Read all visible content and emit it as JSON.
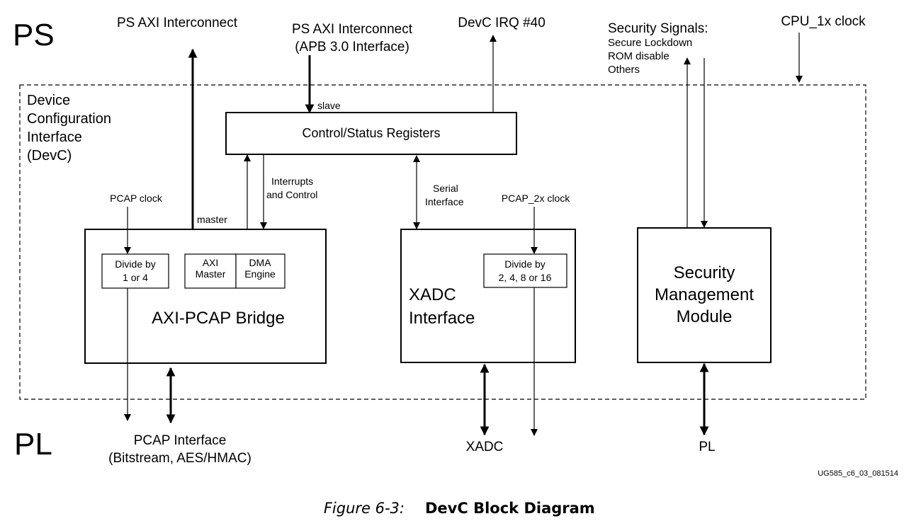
{
  "region_labels": {
    "ps": "PS",
    "pl": "PL"
  },
  "top_labels": {
    "ps_axi": "PS AXI Interconnect",
    "ps_axi_apb_line1": "PS AXI Interconnect",
    "ps_axi_apb_line2": "(APB 3.0 Interface)",
    "devc_irq": "DevC IRQ #40",
    "security_title": "Security Signals:",
    "security_1": "Secure Lockdown",
    "security_2": "ROM disable",
    "security_3": "Others",
    "cpu_clock": "CPU_1x clock"
  },
  "devc_label": [
    "Device",
    "Configuration",
    "Interface",
    "(DevC)"
  ],
  "registers": {
    "label": "Control/Status Registers",
    "slave": "slave"
  },
  "signals": {
    "master": "master",
    "interrupts_1": "Interrupts",
    "interrupts_2": "and Control",
    "serial_1": "Serial",
    "serial_2": "Interface",
    "pcap_clock": "PCAP clock",
    "pcap2x_clock": "PCAP_2x clock"
  },
  "bridge": {
    "label": "AXI-PCAP Bridge",
    "divide_1": "Divide by",
    "divide_2": "1 or 4",
    "axi_1": "AXI",
    "axi_2": "Master",
    "dma_1": "DMA",
    "dma_2": "Engine"
  },
  "xadc": {
    "label_1": "XADC",
    "label_2": "Interface",
    "divide_1": "Divide by",
    "divide_2": "2, 4, 8 or 16"
  },
  "security_module": {
    "line1": "Security",
    "line2": "Management",
    "line3": "Module"
  },
  "bottom_labels": {
    "pcap_1": "PCAP Interface",
    "pcap_2": "(Bitstream, AES/HMAC)",
    "xadc": "XADC",
    "pl": "PL"
  },
  "figure_id": "UG585_c6_03_081514",
  "caption": {
    "prefix": "Figure 6-3:",
    "title": "DevC Block Diagram"
  }
}
